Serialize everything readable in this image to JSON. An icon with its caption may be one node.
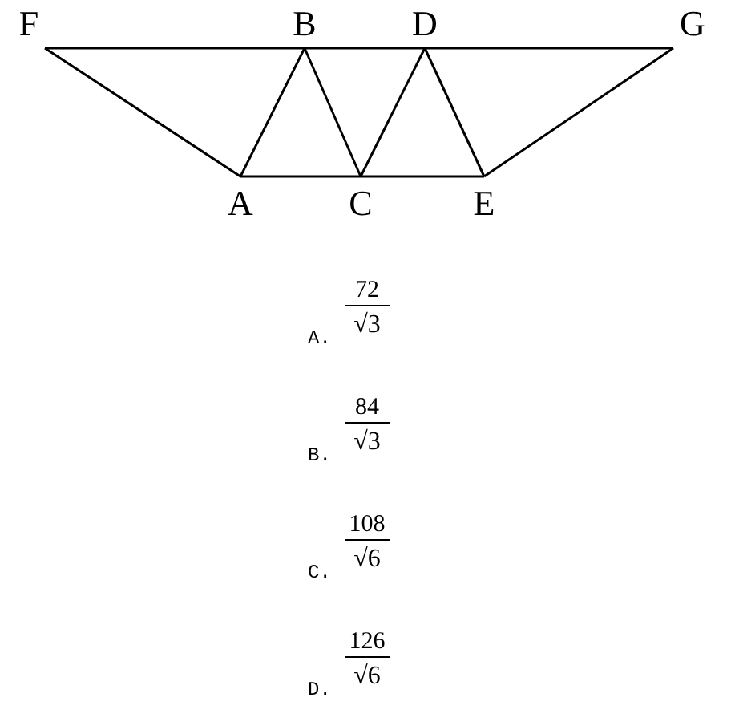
{
  "diagram": {
    "nodes": [
      {
        "text": [
          "F"
        ]
      },
      {
        "text": [
          "B"
        ]
      },
      {
        "text": [
          "D"
        ]
      },
      {
        "text": [
          "G"
        ]
      },
      {
        "text": [
          "A"
        ]
      },
      {
        "text": [
          "C"
        ]
      },
      {
        "text": [
          "E"
        ]
      }
    ],
    "edges": [
      {
        "from": 0,
        "to": 1,
        "arrow": "none"
      },
      {
        "from": 1,
        "to": 2,
        "arrow": "none"
      },
      {
        "from": 2,
        "to": 3,
        "arrow": "none"
      },
      {
        "from": 0,
        "to": 4,
        "arrow": "none"
      },
      {
        "from": 4,
        "to": 1,
        "arrow": "none"
      },
      {
        "from": 1,
        "to": 5,
        "arrow": "none"
      },
      {
        "from": 5,
        "to": 2,
        "arrow": "none"
      },
      {
        "from": 2,
        "to": 6,
        "arrow": "none"
      },
      {
        "from": 6,
        "to": 3,
        "arrow": "none"
      },
      {
        "from": 4,
        "to": 5,
        "arrow": "none"
      },
      {
        "from": 5,
        "to": 6,
        "arrow": "none"
      }
    ],
    "labels": [
      "72",
      "A.",
      "√3",
      "84",
      "B.",
      "√3",
      "108",
      "C.",
      "√6",
      "126",
      "D.",
      "√6"
    ]
  }
}
